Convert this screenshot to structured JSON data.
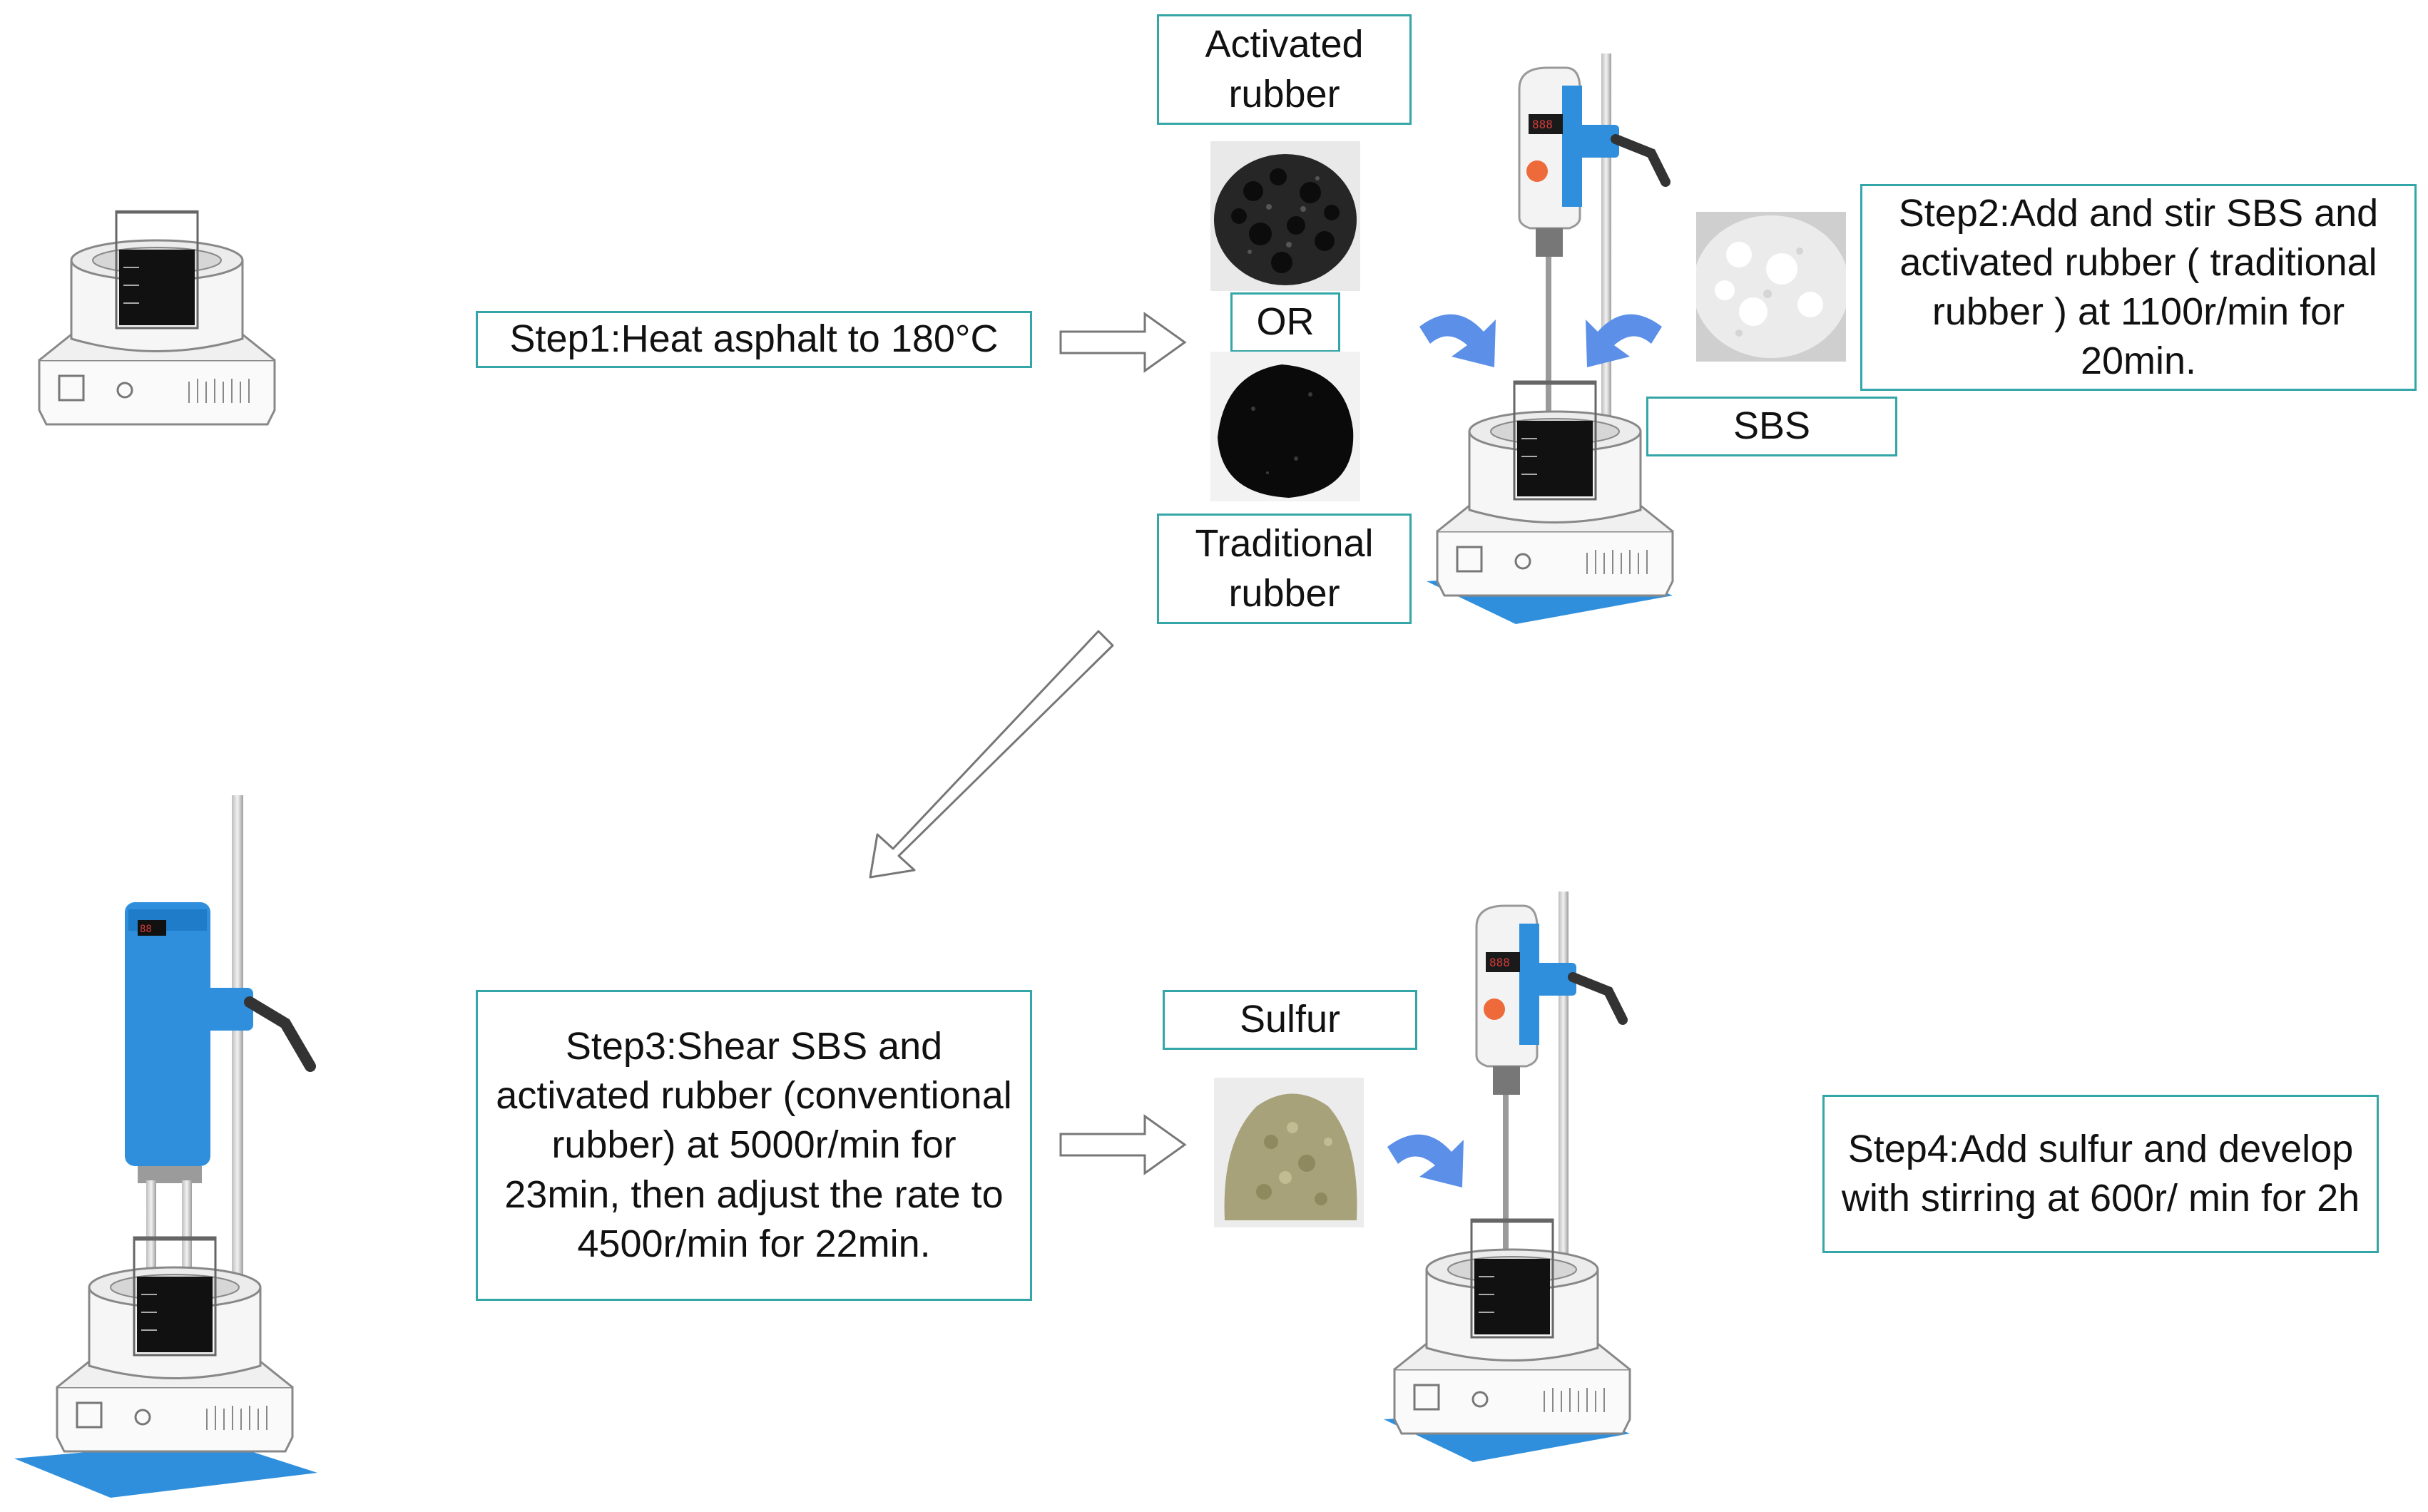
{
  "labels": {
    "activated_rubber": "Activated rubber",
    "or": "OR",
    "traditional_rubber": "Traditional rubber",
    "sbs": "SBS",
    "sulfur": "Sulfur"
  },
  "steps": {
    "step1": "Step1:Heat asphalt to 180°C",
    "step2": "Step2:Add and stir SBS and activated rubber ( traditional rubber ) at 1100r/min for 20min.",
    "step3": "Step3:Shear SBS and activated rubber (conventional rubber) at 5000r/min for 23min, then adjust the rate to 4500r/min for 22min.",
    "step4": "Step4:Add sulfur and develop with stirring at 600r/ min for 2h"
  },
  "colors": {
    "box_border": "#35a6a8",
    "equipment_blue": "#2f8fdc",
    "pour_arrow": "#5b8fe8",
    "stirrer_display": "#d23b3b",
    "stirrer_knob": "#ee6a3a"
  },
  "icons": {
    "hot_plate": "hot-plate-icon",
    "stirrer": "overhead-stirrer-icon",
    "shear": "high-shear-mixer-icon",
    "flow_arrow": "outline-arrow-icon",
    "pour_arrow": "curved-pour-arrow-icon"
  }
}
